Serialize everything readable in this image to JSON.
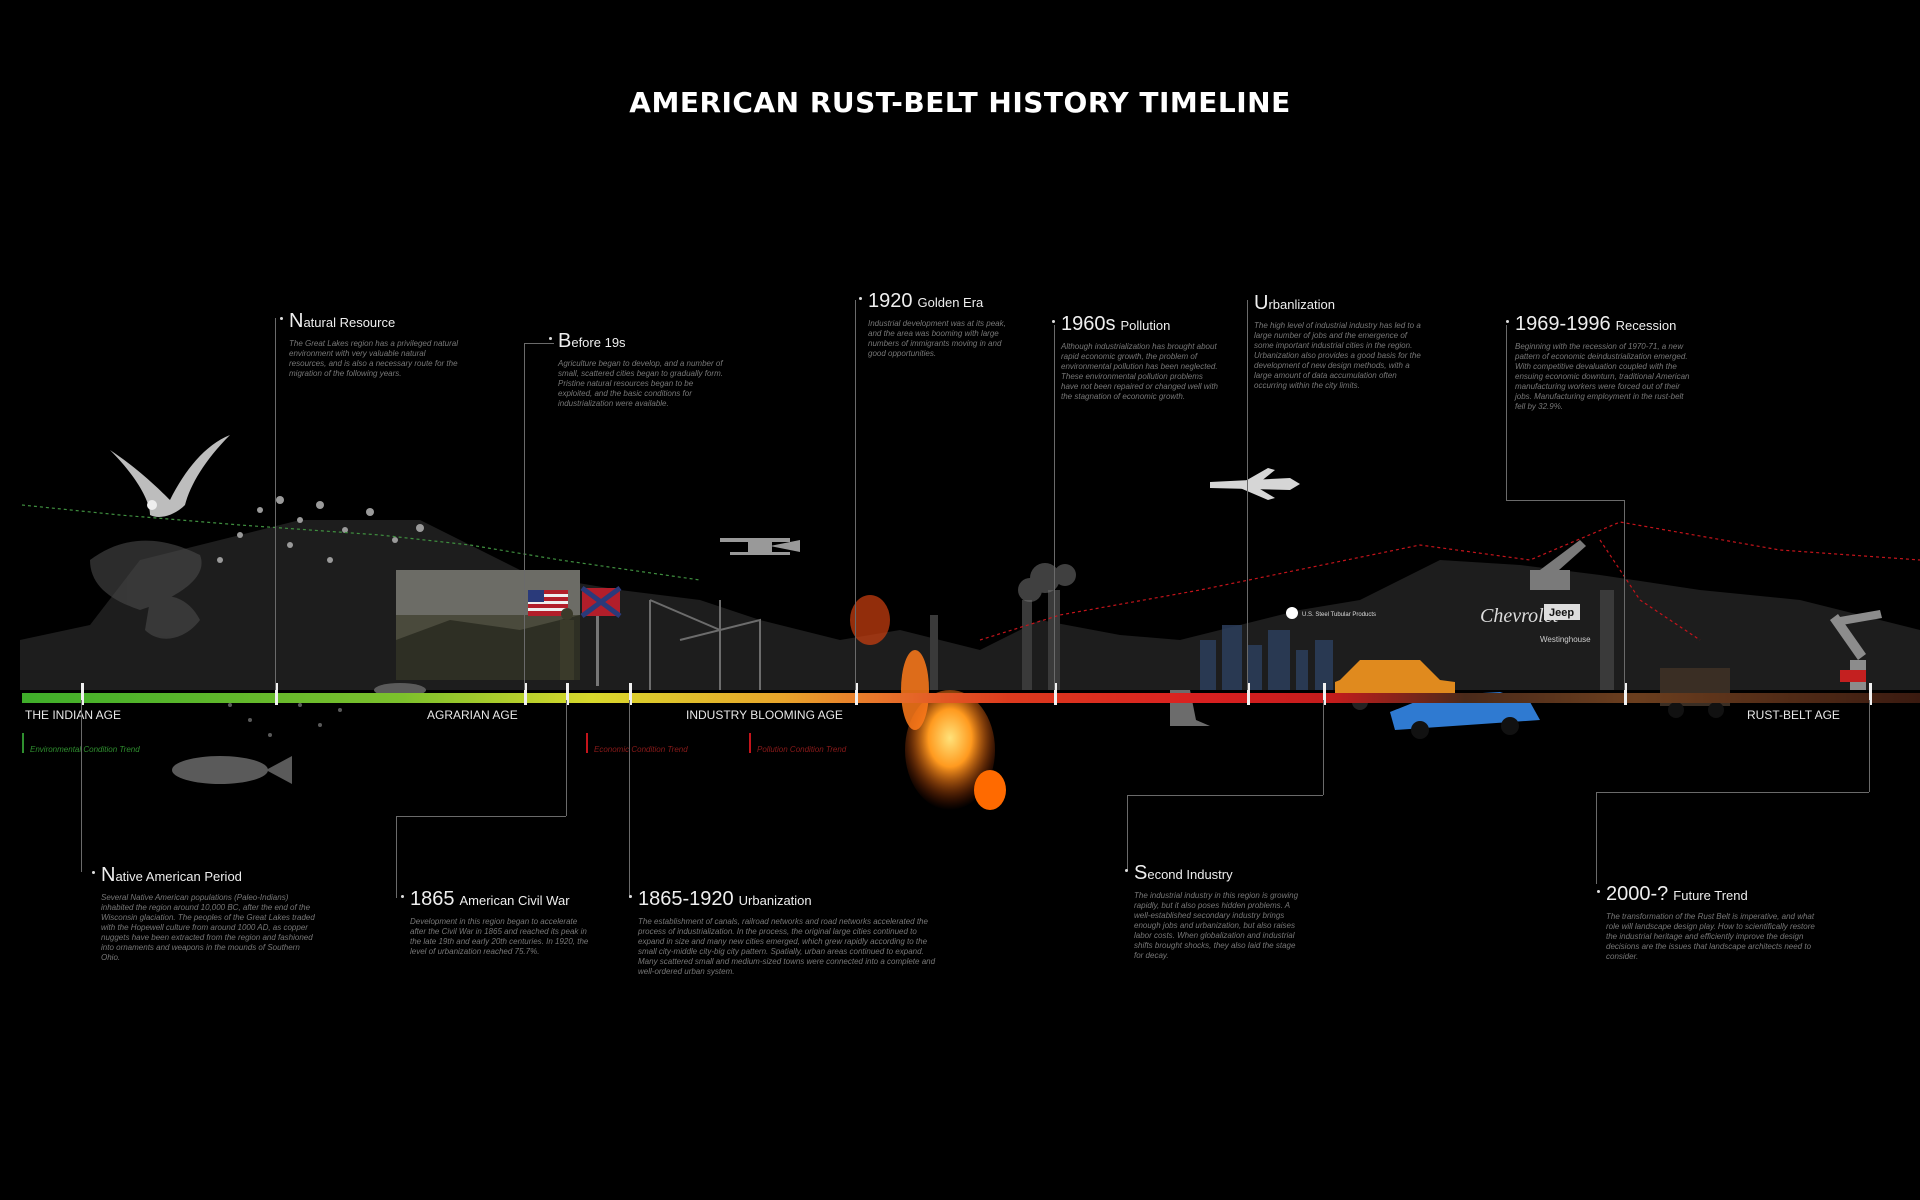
{
  "title": "AMERICAN RUST-BELT HISTORY TIMELINE",
  "ages": [
    "THE INDIAN AGE",
    "AGRARIAN AGE",
    "INDUSTRY BLOOMING AGE",
    "RUST-BELT AGE"
  ],
  "legend": [
    "Environmental Condition Trend",
    "Economic Condition Trend",
    "Pollution Condition Trend"
  ],
  "colors": {
    "green": "#3fae2a",
    "yellow": "#d8d82c",
    "orange": "#e8762b",
    "red": "#d92020",
    "brown": "#6b3e1e",
    "env": "#2f8f2f",
    "eco": "#c4141b"
  },
  "events_top": [
    {
      "year": "",
      "cap": "N",
      "rest": "atural Resource",
      "desc": "The Great Lakes region has a privileged natural environment with very valuable natural resources, and is also a necessary route for the migration of the following years."
    },
    {
      "year": "",
      "cap": "B",
      "rest": "efore 19s",
      "desc": "Agriculture began to develop, and a number of small, scattered cities began to gradually form. Pristine natural resources began to be exploited, and the basic conditions for industrialization were available."
    },
    {
      "year": "1920",
      "cap": "",
      "rest": "Golden Era",
      "desc": "Industrial development was at its peak, and the area was booming with large numbers of immigrants moving in and good opportunities."
    },
    {
      "year": "1960s",
      "cap": "",
      "rest": "Pollution",
      "desc": "Although industrialization has brought about rapid economic growth, the problem of environmental pollution has been neglected. These environmental pollution problems have not been repaired or changed well with the stagnation of economic growth."
    },
    {
      "year": "",
      "cap": "U",
      "rest": "rbanlization",
      "desc": "The high level of industrial industry has led to a large number of jobs and the emergence of some important industrial cities in the region. Urbanization also provides a good basis for the development of new design methods, with a large amount of data accumulation often occurring within the city limits."
    },
    {
      "year": "1969-1996",
      "cap": "",
      "rest": "Recession",
      "desc": "Beginning with the recession of 1970-71, a new pattern of economic deindustrialization emerged. With competitive devaluation coupled with the ensuing economic downturn, traditional American manufacturing workers were forced out of their jobs. Manufacturing employment in the rust-belt fell by 32.9%."
    }
  ],
  "events_bottom": [
    {
      "year": "",
      "cap": "N",
      "rest": "ative American Period",
      "desc": "Several Native American populations (Paleo-Indians) inhabited the region around 10,000 BC, after the end of the Wisconsin glaciation. The peoples of the Great Lakes traded with the Hopewell culture from around 1000 AD, as copper nuggets have been extracted from the region and fashioned into ornaments and weapons in the mounds of Southern Ohio."
    },
    {
      "year": "1865",
      "cap": "",
      "rest": "American Civil War",
      "desc": "Development in this region began to accelerate after the Civil War in 1865 and reached its peak in the late 19th and early 20th centuries. In 1920, the level of urbanization reached 75.7%."
    },
    {
      "year": "1865-1920",
      "cap": "",
      "rest": "Urbanization",
      "desc": "The establishment of canals, railroad networks and road networks accelerated the process of industrialization. In the process, the original large cities continued to expand in size and many new cities emerged, which grew rapidly according to the small city-middle city-big city pattern. Spatially, urban areas continued to expand. Many scattered small and medium-sized towns were connected into a complete and well-ordered urban system."
    },
    {
      "year": "",
      "cap": "S",
      "rest": "econd Industry",
      "desc": "The industrial industry in this region is growing rapidly, but it also poses hidden problems. A well-established secondary industry brings enough jobs and urbanization, but also raises labor costs. When globalization and industrial shifts brought shocks, they also laid the stage for decay."
    },
    {
      "year": "2000-?",
      "cap": "",
      "rest": "Future Trend",
      "desc": "The transformation of the Rust Belt is imperative, and what role will landscape design play. How to scientifically restore the industrial heritage and efficiently improve the design decisions are the issues that landscape architects need to consider."
    }
  ],
  "brands": [
    "U.S. Steel Tubular Products",
    "Chevrolet",
    "Jeep",
    "Westinghouse"
  ]
}
